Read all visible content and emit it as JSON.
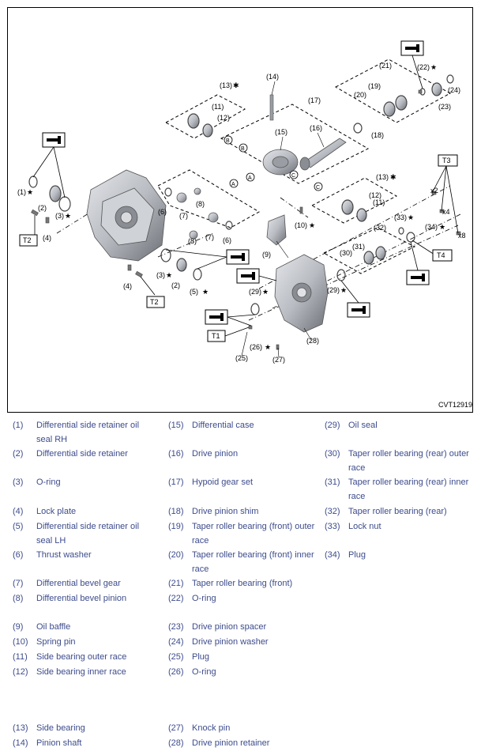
{
  "diagram": {
    "code": "CVT12919",
    "callouts": [
      "(1)",
      "(2)",
      "(3)",
      "(4)",
      "(5)",
      "(6)",
      "(7)",
      "(8)",
      "(9)",
      "(10)",
      "(11)",
      "(12)",
      "(13)",
      "(14)",
      "(15)",
      "(16)",
      "(17)",
      "(18)",
      "(19)",
      "(20)",
      "(21)",
      "(22)",
      "(23)",
      "(24)",
      "(25)",
      "(26)",
      "(27)",
      "(28)",
      "(29)",
      "(30)",
      "(31)",
      "(32)",
      "(33)",
      "(34)"
    ],
    "torque_boxes": [
      "T1",
      "T2",
      "T3",
      "T4"
    ],
    "multipliers": [
      "x2",
      "x4",
      "x8"
    ],
    "circle_refs": [
      "A",
      "B",
      "C"
    ]
  },
  "legend": [
    {
      "num": "(1)",
      "text": "Differential side retainer oil seal RH"
    },
    {
      "num": "(2)",
      "text": "Differential side retainer"
    },
    {
      "num": "(3)",
      "text": "O-ring"
    },
    {
      "num": "(4)",
      "text": "Lock plate"
    },
    {
      "num": "(5)",
      "text": "Differential side retainer oil seal LH"
    },
    {
      "num": "(6)",
      "text": "Thrust washer"
    },
    {
      "num": "(7)",
      "text": "Differential bevel gear"
    },
    {
      "num": "(8)",
      "text": "Differential bevel pinion"
    },
    {
      "num": "(9)",
      "text": "Oil baffle"
    },
    {
      "num": "(10)",
      "text": "Spring pin"
    },
    {
      "num": "(11)",
      "text": "Side bearing outer race"
    },
    {
      "num": "(12)",
      "text": "Side bearing inner race"
    },
    {
      "num": "(13)",
      "text": "Side bearing"
    },
    {
      "num": "(14)",
      "text": "Pinion shaft"
    },
    {
      "num": "(15)",
      "text": "Differential case"
    },
    {
      "num": "(16)",
      "text": "Drive pinion"
    },
    {
      "num": "(17)",
      "text": "Hypoid gear set"
    },
    {
      "num": "(18)",
      "text": "Drive pinion shim"
    },
    {
      "num": "(19)",
      "text": "Taper roller bearing (front) outer race"
    },
    {
      "num": "(20)",
      "text": "Taper roller bearing (front) inner race"
    },
    {
      "num": "(21)",
      "text": "Taper roller bearing (front)"
    },
    {
      "num": "(22)",
      "text": "O-ring"
    },
    {
      "num": "(23)",
      "text": "Drive pinion spacer"
    },
    {
      "num": "(24)",
      "text": "Drive pinion washer"
    },
    {
      "num": "(25)",
      "text": "Plug"
    },
    {
      "num": "(26)",
      "text": "O-ring"
    },
    {
      "num": "(27)",
      "text": "Knock pin"
    },
    {
      "num": "(28)",
      "text": "Drive pinion retainer"
    },
    {
      "num": "(29)",
      "text": "Oil seal"
    },
    {
      "num": "(30)",
      "text": "Taper roller bearing (rear) outer race"
    },
    {
      "num": "(31)",
      "text": "Taper roller bearing (rear) inner race"
    },
    {
      "num": "(32)",
      "text": "Taper roller bearing (rear)"
    },
    {
      "num": "(33)",
      "text": "Lock nut"
    },
    {
      "num": "(34)",
      "text": "Plug"
    }
  ],
  "colors": {
    "legend_text": "#3d4c8c",
    "part_metal": "#b9bcc2",
    "part_dark": "#6b6e74"
  }
}
